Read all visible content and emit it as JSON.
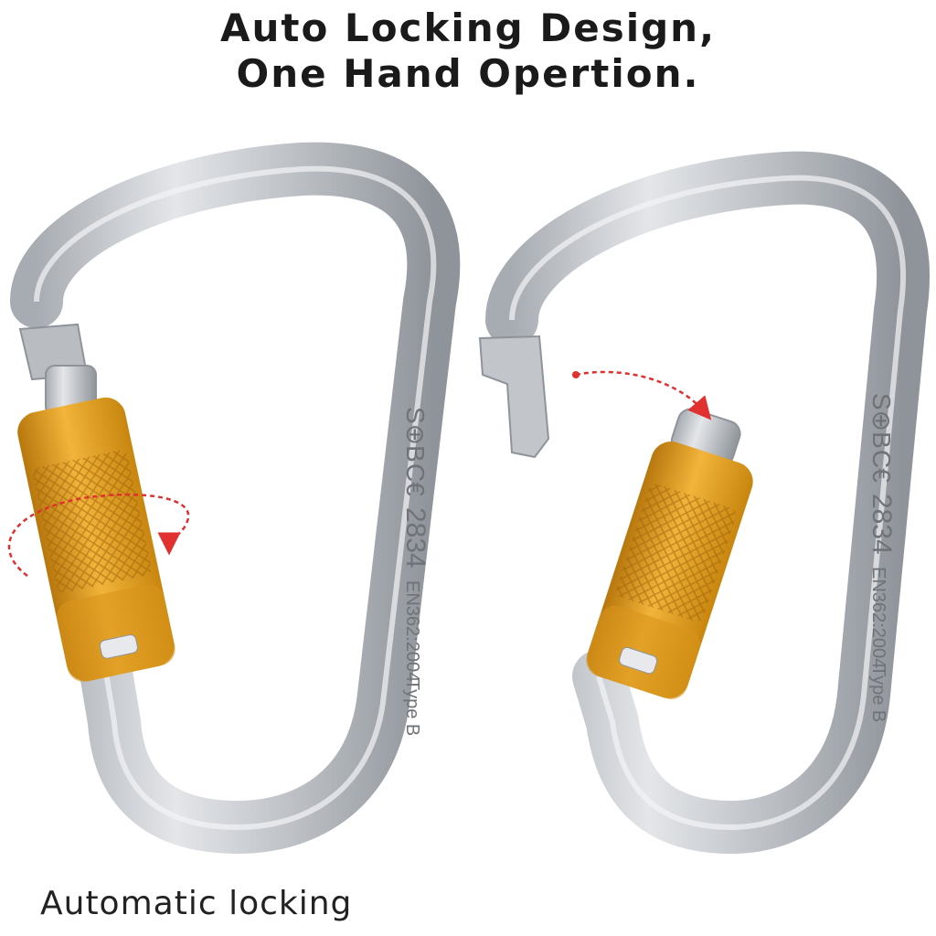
{
  "headline": {
    "line1": "Auto Locking Design,",
    "line2": "One Hand Opertion."
  },
  "caption": "Automatic locking",
  "engraving": {
    "brand": "S⊕B",
    "ce": "C€",
    "code": "2834",
    "standard": "EN362:2004",
    "type": "Type B"
  },
  "colors": {
    "aluminum": "#c9ccd1",
    "aluminum_dark": "#9ea3a9",
    "gold": "#e6a21f",
    "gold_dark": "#b8770d",
    "arrow_red": "#e03030"
  }
}
